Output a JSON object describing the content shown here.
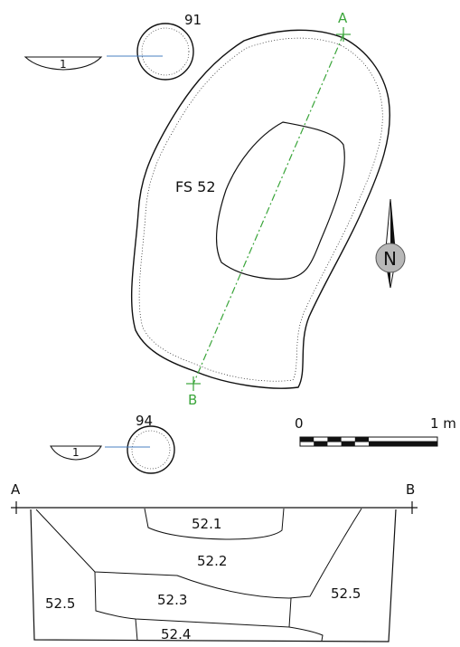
{
  "labels": {
    "feature": "FS 52",
    "posthole_a": "91",
    "posthole_b": "94",
    "section_a_profile_layer": "1",
    "section_b_profile_layer": "1",
    "axis_start": "A",
    "axis_end": "B",
    "north": "N"
  },
  "scale_bar": {
    "start_label": "0",
    "end_label": "1 m",
    "segments": 10
  },
  "section": {
    "left_label": "A",
    "right_label": "B",
    "layers": {
      "l1": "52.1",
      "l2": "52.2",
      "l3": "52.3",
      "l4": "52.4",
      "l5_left": "52.5",
      "l5_right": "52.5"
    }
  },
  "colors": {
    "ink": "#111111",
    "section_line": "#3aa53a",
    "profile_link": "#4a7fc0",
    "north_arrow_circle": "#b8b8b8"
  }
}
